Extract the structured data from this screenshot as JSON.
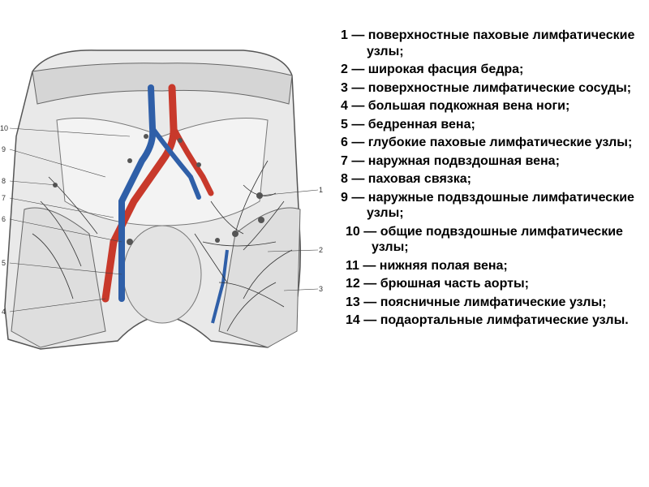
{
  "figure": {
    "callouts": [
      "10",
      "9",
      "8",
      "7",
      "6",
      "5",
      "4",
      "1",
      "2",
      "3"
    ]
  },
  "legend": [
    "1 — поверхностные паховые лимфатические узлы;",
    "2 — широкая фасция бедра;",
    "3 — поверхностные лимфатические сосуды;",
    "4 — большая подкожная вена ноги;",
    "5 — бедренная вена;",
    "6 — глубокие паховые лимфатические узлы;",
    "7 — наружная подвздошная вена;",
    "8 — паховая связка;",
    "9 — наружные подвздошные лимфатические узлы;",
    "10 — общие подвздошные лимфатические узлы;",
    "11 — нижняя полая вена;",
    "12 — брюшная часть аорты;",
    "13 — поясничные лимфатические узлы;",
    "14 — подаортальные лимфатические узлы."
  ]
}
